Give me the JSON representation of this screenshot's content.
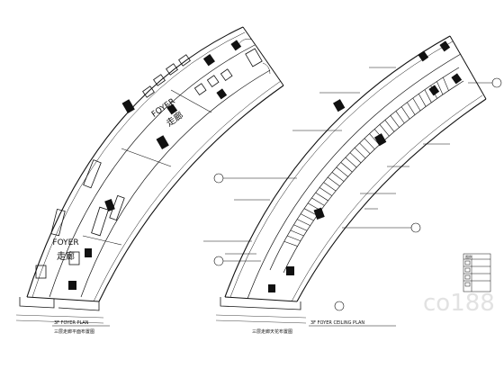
{
  "plans": [
    {
      "labels": [
        {
          "text": "FOYER"
        },
        {
          "text": "走廊"
        },
        {
          "text": "FOYER"
        },
        {
          "text": "走廊"
        }
      ],
      "caption": "3F FOYER PLAN",
      "caption_cn": "三层走廊平面布置图"
    },
    {
      "caption": "3F FOYER CEILING PLAN",
      "caption_cn": "三层走廊天花布置图"
    }
  ],
  "legend": {
    "title": "图例"
  },
  "watermark": "co188"
}
